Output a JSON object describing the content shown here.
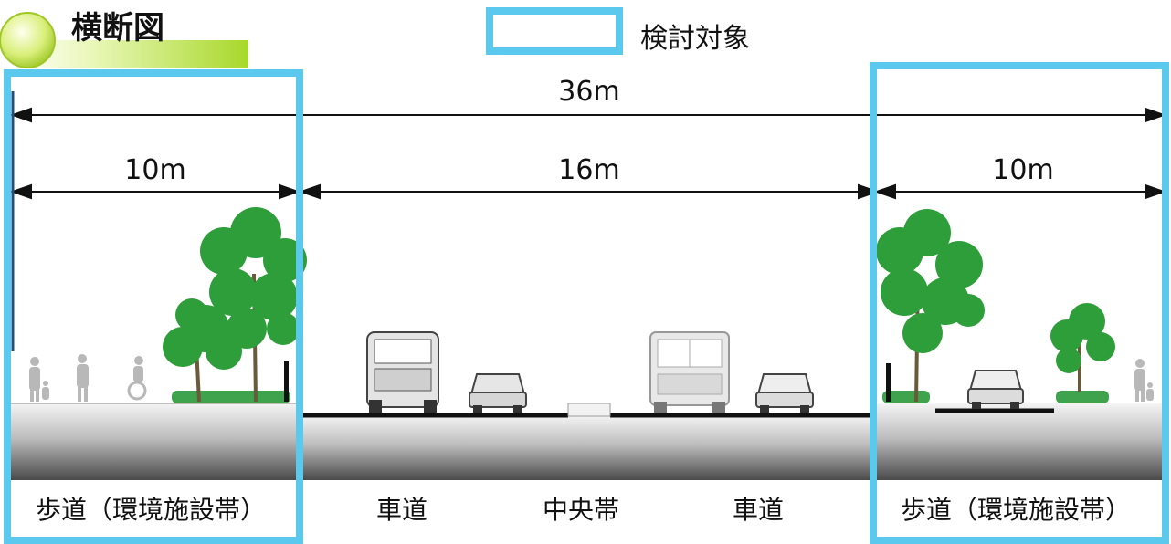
{
  "title": "横断図",
  "legend": {
    "label": "検討対象",
    "color": "#5BC8EE"
  },
  "dimensions": {
    "total": "36m",
    "left_sidewalk": "10m",
    "roadway": "16m",
    "right_sidewalk": "10m"
  },
  "sections": {
    "left_sidewalk": "歩道（環境施設帯）",
    "roadway_left": "車道",
    "median": "中央帯",
    "roadway_right": "車道",
    "right_sidewalk": "歩道（環境施設帯）"
  },
  "colors": {
    "highlight": "#5BC8EE",
    "tree_green": "#2E9E3A",
    "hedge_green": "#3FA34D",
    "title_bar": "#B9E23A"
  }
}
